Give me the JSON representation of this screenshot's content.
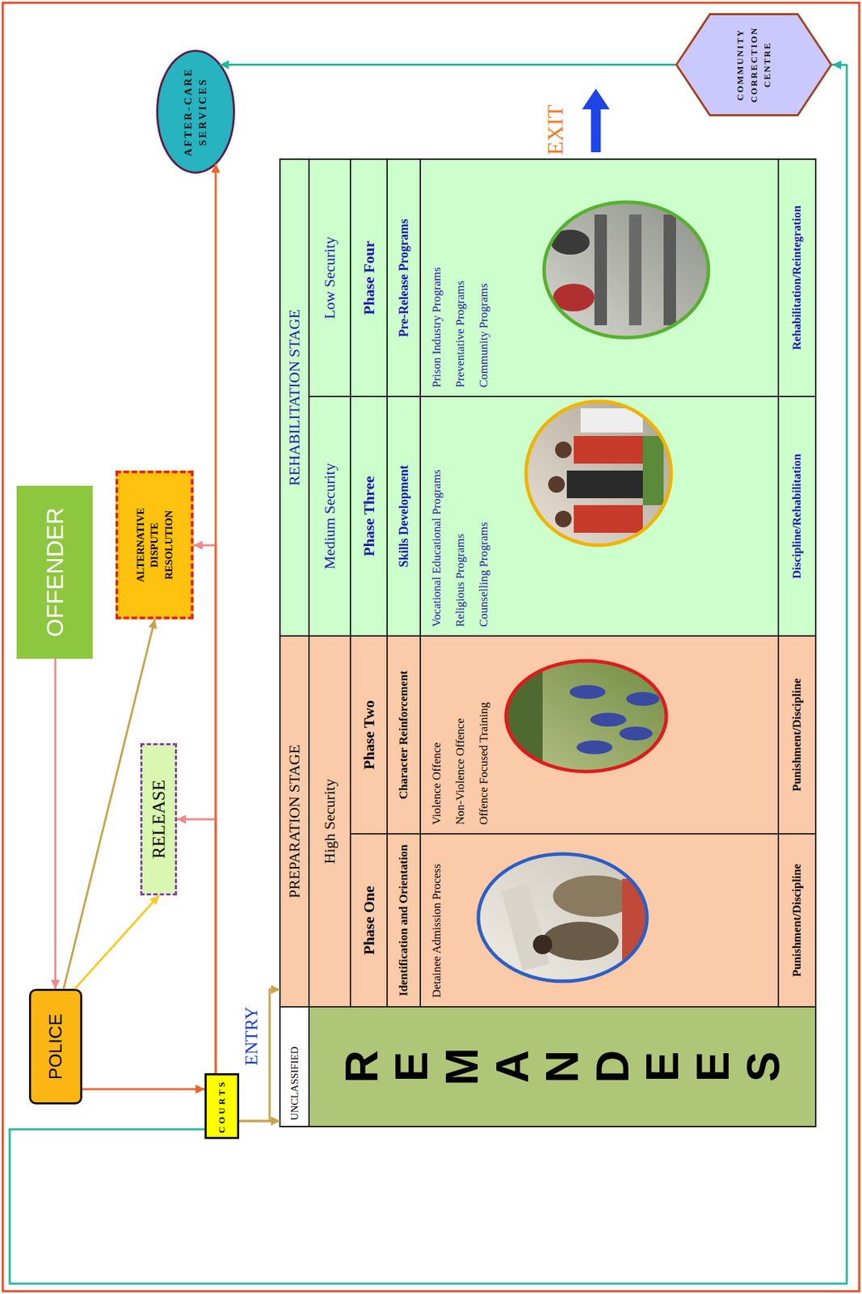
{
  "diagram": {
    "nodes": [
      {
        "text": [
          "OFFENDER"
        ]
      },
      {
        "text": [
          "POLICE"
        ]
      },
      {
        "text": [
          "RELEASE"
        ]
      },
      {
        "text": [
          "ALTERNATIVE DISPUTE RESOLUTION"
        ]
      },
      {
        "text": [
          "AFTER-CARE SERVICES"
        ]
      },
      {
        "text": [
          "COURTS"
        ]
      },
      {
        "text": [
          "COMMUNITY CORRECTION CENTRE"
        ]
      },
      {
        "text": [
          "UNCLASSIFIED"
        ]
      },
      {
        "text": [
          "PREPARATION STAGE"
        ]
      },
      {
        "text": [
          "REHABILITATION STAGE"
        ]
      },
      {
        "text": [
          "REMANDEES"
        ]
      },
      {
        "text": [
          "High Security"
        ]
      },
      {
        "text": [
          "Medium Security"
        ]
      },
      {
        "text": [
          "Low Security"
        ]
      },
      {
        "text": [
          "Phase One"
        ]
      },
      {
        "text": [
          "Phase Two"
        ]
      },
      {
        "text": [
          "Phase Three"
        ]
      },
      {
        "text": [
          "Phase Four"
        ]
      },
      {
        "text": [
          "Identification and Orientation"
        ]
      },
      {
        "text": [
          "Character Reinforcement"
        ]
      },
      {
        "text": [
          "Skills Development"
        ]
      },
      {
        "text": [
          "Pre-Release Programs"
        ]
      },
      {
        "text": [
          "Detainee Admission Process"
        ]
      },
      {
        "text": [
          "Violence Offence",
          "Non-Violence Offence",
          "Offence Focused Training"
        ]
      },
      {
        "text": [
          "Vocational Educational Programs",
          "Religious Programs",
          "Counselling Programs"
        ]
      },
      {
        "text": [
          "Prison Industry Programs",
          "Preventative Programs",
          "Community Programs"
        ]
      },
      {
        "text": [
          "Punishment/Discipline"
        ]
      },
      {
        "text": [
          "Punishment/Discipline"
        ]
      },
      {
        "text": [
          "Discipline/Rehabilitation"
        ]
      },
      {
        "text": [
          "Rehabilitation/Reintegration"
        ]
      }
    ],
    "edges": [
      {
        "from": 0,
        "to": 1,
        "arrow": "to"
      },
      {
        "from": 1,
        "to": 2,
        "arrow": "to"
      },
      {
        "from": 1,
        "to": 3,
        "arrow": "to"
      },
      {
        "from": 1,
        "to": 5,
        "arrow": "to"
      },
      {
        "from": 5,
        "to": 2,
        "arrow": "to"
      },
      {
        "from": 5,
        "to": 3,
        "arrow": "to"
      },
      {
        "from": 5,
        "to": 7,
        "arrow": "to"
      },
      {
        "from": 5,
        "to": 8,
        "arrow": "to"
      },
      {
        "from": 5,
        "to": 6,
        "arrow": "to"
      },
      {
        "from": 6,
        "to": 4,
        "arrow": "to"
      },
      {
        "from": 5,
        "to": 4,
        "arrow": "to"
      }
    ],
    "labels": [
      "ENTRY",
      "EXIT"
    ]
  }
}
